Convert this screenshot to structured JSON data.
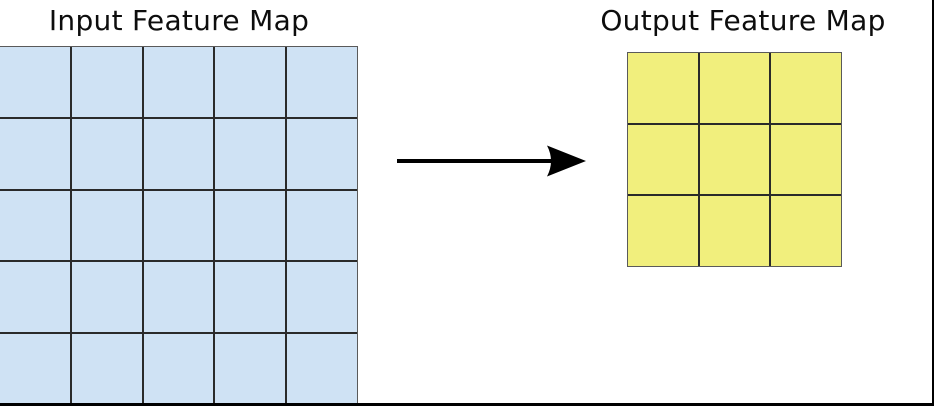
{
  "diagram": {
    "background": "#ffffff",
    "frame": {
      "right_border_color": "#000000",
      "bottom_border_color": "#000000"
    },
    "input_map": {
      "title": "Input Feature Map",
      "rows": 5,
      "cols": 5,
      "cell_fill": "#cfe2f4",
      "grid_line_color": "#2a2a2a",
      "outer_border_color": "#5a5a5a"
    },
    "output_map": {
      "title": "Output Feature Map",
      "rows": 3,
      "cols": 3,
      "cell_fill": "#f1ef7d",
      "grid_line_color": "#2a2a2a",
      "outer_border_color": "#5a5a5a"
    },
    "arrow": {
      "direction": "right",
      "color": "#000000"
    }
  }
}
